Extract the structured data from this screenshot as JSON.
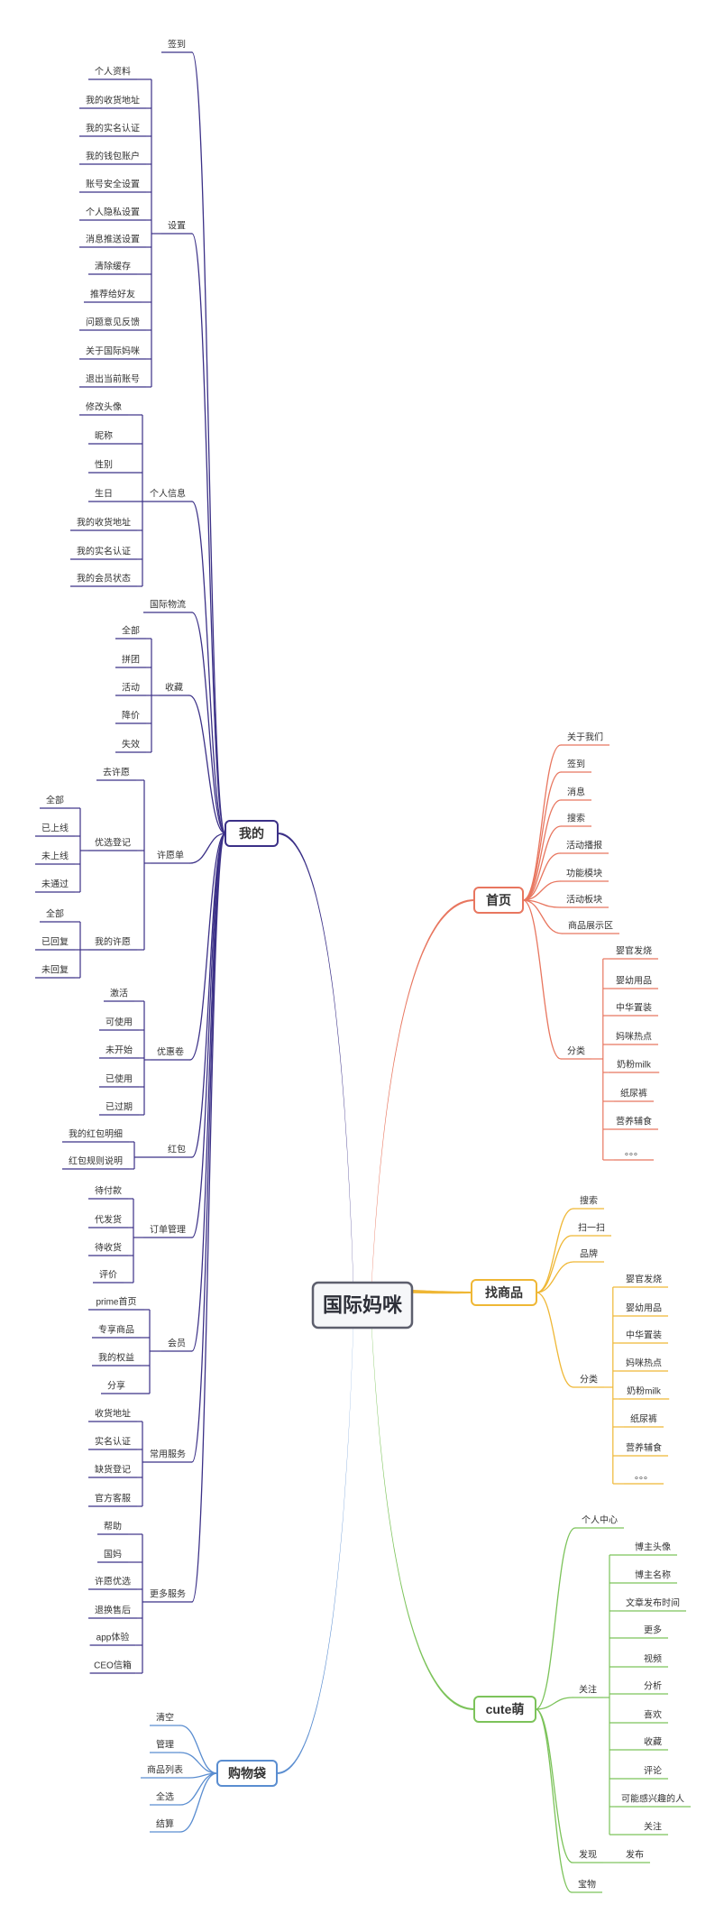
{
  "colors": {
    "wode": "#3b3087",
    "shouye": "#e8765f",
    "zhaoshangpin": "#efb735",
    "cutemeng": "#7cc35a",
    "gouwudai": "#5a8dd0",
    "root_stroke": "#5d5f6d",
    "root_fill": "#f6f7f9",
    "text": "#333333"
  },
  "root": {
    "label": "国际妈咪"
  },
  "branches": [
    {
      "id": "wode",
      "label": "我的",
      "children": [
        {
          "label": "签到"
        },
        {
          "label": "设置",
          "children": [
            {
              "label": "个人资料"
            },
            {
              "label": "我的收货地址"
            },
            {
              "label": "我的实名认证"
            },
            {
              "label": "我的钱包账户"
            },
            {
              "label": "账号安全设置"
            },
            {
              "label": "个人隐私设置"
            },
            {
              "label": "消息推送设置"
            },
            {
              "label": "清除缓存"
            },
            {
              "label": "推荐给好友"
            },
            {
              "label": "问题意见反馈"
            },
            {
              "label": "关于国际妈咪"
            },
            {
              "label": "退出当前账号"
            }
          ]
        },
        {
          "label": "个人信息",
          "children": [
            {
              "label": "修改头像"
            },
            {
              "label": "昵称"
            },
            {
              "label": "性别"
            },
            {
              "label": "生日"
            },
            {
              "label": "我的收货地址"
            },
            {
              "label": "我的实名认证"
            },
            {
              "label": "我的会员状态"
            }
          ]
        },
        {
          "label": "国际物流"
        },
        {
          "label": "收藏",
          "children": [
            {
              "label": "全部"
            },
            {
              "label": "拼团"
            },
            {
              "label": "活动"
            },
            {
              "label": "降价"
            },
            {
              "label": "失效"
            }
          ]
        },
        {
          "label": "许愿单",
          "children": [
            {
              "label": "去许愿"
            },
            {
              "label": "优选登记",
              "children": [
                {
                  "label": "全部"
                },
                {
                  "label": "已上线"
                },
                {
                  "label": "未上线"
                },
                {
                  "label": "未通过"
                }
              ]
            },
            {
              "label": "我的许愿",
              "children": [
                {
                  "label": "全部"
                },
                {
                  "label": "已回复"
                },
                {
                  "label": "未回复"
                }
              ]
            }
          ]
        },
        {
          "label": "优惠卷",
          "children": [
            {
              "label": "激活"
            },
            {
              "label": "可使用"
            },
            {
              "label": "未开始"
            },
            {
              "label": "已使用"
            },
            {
              "label": "已过期"
            }
          ]
        },
        {
          "label": "红包",
          "children": [
            {
              "label": "我的红包明细"
            },
            {
              "label": "红包规则说明"
            }
          ]
        },
        {
          "label": "订单管理",
          "children": [
            {
              "label": "待付款"
            },
            {
              "label": "代发货"
            },
            {
              "label": "待收货"
            },
            {
              "label": "评价"
            }
          ]
        },
        {
          "label": "会员",
          "children": [
            {
              "label": "prime首页"
            },
            {
              "label": "专享商品"
            },
            {
              "label": "我的权益"
            },
            {
              "label": "分享"
            }
          ]
        },
        {
          "label": "常用服务",
          "children": [
            {
              "label": "收货地址"
            },
            {
              "label": "实名认证"
            },
            {
              "label": "缺货登记"
            },
            {
              "label": "官方客服"
            }
          ]
        },
        {
          "label": "更多服务",
          "children": [
            {
              "label": "帮助"
            },
            {
              "label": "国妈"
            },
            {
              "label": "许愿优选"
            },
            {
              "label": "退换售后"
            },
            {
              "label": "app体验"
            },
            {
              "label": "CEO信箱"
            }
          ]
        }
      ]
    },
    {
      "id": "shouye",
      "label": "首页",
      "children": [
        {
          "label": "关于我们"
        },
        {
          "label": "签到"
        },
        {
          "label": "消息"
        },
        {
          "label": "搜索"
        },
        {
          "label": "活动播报"
        },
        {
          "label": "功能模块"
        },
        {
          "label": "活动板块"
        },
        {
          "label": "商品展示区"
        },
        {
          "label": "分类",
          "children": [
            {
              "label": "婴官发烧"
            },
            {
              "label": "婴幼用品"
            },
            {
              "label": "中华置装"
            },
            {
              "label": "妈咪热点"
            },
            {
              "label": "奶粉milk"
            },
            {
              "label": "纸尿裤"
            },
            {
              "label": "营养辅食"
            },
            {
              "label": "。。。"
            }
          ]
        }
      ]
    },
    {
      "id": "zhaoshangpin",
      "label": "找商品",
      "children": [
        {
          "label": "搜索"
        },
        {
          "label": "扫一扫"
        },
        {
          "label": "品牌"
        },
        {
          "label": "分类",
          "children": [
            {
              "label": "婴官发烧"
            },
            {
              "label": "婴幼用品"
            },
            {
              "label": "中华置装"
            },
            {
              "label": "妈咪热点"
            },
            {
              "label": "奶粉milk"
            },
            {
              "label": "纸尿裤"
            },
            {
              "label": "营养辅食"
            },
            {
              "label": "。。。"
            }
          ]
        }
      ]
    },
    {
      "id": "cutemeng",
      "label": "cute萌",
      "children": [
        {
          "label": "个人中心"
        },
        {
          "label": "关注",
          "children": [
            {
              "label": "博主头像"
            },
            {
              "label": "博主名称"
            },
            {
              "label": "文章发布时间"
            },
            {
              "label": "更多"
            },
            {
              "label": "视频"
            },
            {
              "label": "分析"
            },
            {
              "label": "喜欢"
            },
            {
              "label": "收藏"
            },
            {
              "label": "评论"
            },
            {
              "label": "可能感兴趣的人"
            },
            {
              "label": "关注"
            }
          ]
        },
        {
          "label": "发现",
          "children": [
            {
              "label": "发布"
            }
          ]
        },
        {
          "label": "宝物"
        }
      ]
    },
    {
      "id": "gouwudai",
      "label": "购物袋",
      "children": [
        {
          "label": "清空"
        },
        {
          "label": "管理"
        },
        {
          "label": "商品列表"
        },
        {
          "label": "全选"
        },
        {
          "label": "结算"
        }
      ]
    }
  ]
}
